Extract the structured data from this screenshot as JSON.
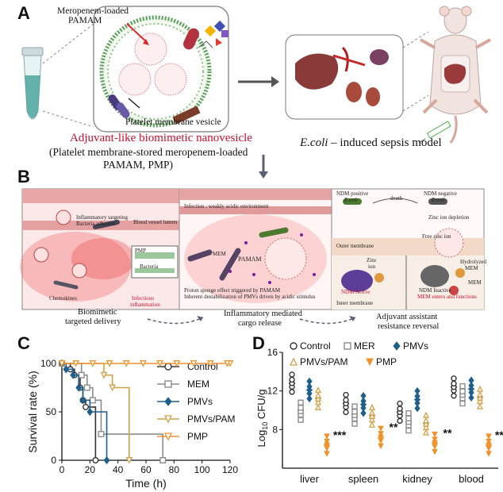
{
  "panelA": {
    "letter": "A",
    "meropenem_label": "Meropenem-loaded",
    "pamam_label": "PAMAM",
    "platelet_vesicle_label": "Platelet membrane vesicle",
    "title_red": "Adjuvant-like biomimetic nanovesicle",
    "subtitle_line1": "(Platelet membrane-stored meropenem-loaded",
    "subtitle_line2": "PAMAM, PMP)",
    "model_label_italic": "E.coli",
    "model_label_rest": " – induced sepsis model"
  },
  "panelB": {
    "letter": "B",
    "left": {
      "inflam_targeting": "Inflammatory targeting",
      "bacteria_adhesion": "Bacteria adhesion",
      "vessel_lumen": "Blood vessel lumen",
      "pmp": "PMP",
      "bacteria": "Bacteria",
      "chemokines": "Chemokines",
      "infectious": "Infectious",
      "inflammation": "inflammation",
      "caption1": "Biomimetic",
      "caption2": "targeted delivery"
    },
    "middle": {
      "infection_env": "Infection : weakly acidic environment",
      "mem": "MEM",
      "pamam": "PAMAM",
      "proton_line1": "Proton sponge effect triggered by PAMAM",
      "proton_line2": "Inherent destabilization of PMVs driven by acidic stimulus",
      "caption1": "Inflammatory mediated",
      "caption2": "cargo release"
    },
    "right": {
      "ndm_positive": "NDM positive",
      "ecoli1": "E.coli",
      "death": "death",
      "ndm_negative": "NDM negative",
      "ecoli2": "E.coli",
      "zinc_depletion": "Zinc ion depletion",
      "free_zinc": "Free zinc ion",
      "outer_membrane": "Outer membrane",
      "zinc": "Zinc",
      "ion": "ion",
      "hydrolyzed": "Hydrolyzed",
      "mem_h": "MEM",
      "ndm_active": "NDM Active",
      "ndm_inactive": "NDM Inactive",
      "mem_enters": "MEM enters and functions",
      "mem_r": "MEM",
      "inner_membrane": "Inner membrane",
      "caption1": "Adjuvant assistant",
      "caption2": "resistance reversal"
    }
  },
  "panelC": {
    "letter": "C",
    "chart_data": {
      "type": "line",
      "ylabel": "Survival rate (%)",
      "xlabel": "Time (h)",
      "xlim": [
        0,
        120
      ],
      "ylim": [
        0,
        100
      ],
      "xticks": [
        0,
        20,
        40,
        60,
        80,
        100,
        120
      ],
      "yticks": [
        0,
        50,
        100
      ],
      "series": [
        {
          "name": "Control",
          "color": "#333333",
          "marker": "circle-open",
          "points": [
            [
              0,
              100
            ],
            [
              6,
              100
            ],
            [
              6,
              94
            ],
            [
              9,
              94
            ],
            [
              9,
              88
            ],
            [
              13,
              88
            ],
            [
              13,
              75
            ],
            [
              15,
              75
            ],
            [
              15,
              62
            ],
            [
              17,
              62
            ],
            [
              17,
              55
            ],
            [
              24,
              55
            ],
            [
              24,
              0
            ]
          ]
        },
        {
          "name": "MEM",
          "color": "#8c8c8c",
          "marker": "square-open",
          "points": [
            [
              0,
              100
            ],
            [
              14,
              100
            ],
            [
              14,
              88
            ],
            [
              18,
              88
            ],
            [
              18,
              75
            ],
            [
              22,
              75
            ],
            [
              22,
              62
            ],
            [
              28,
              62
            ],
            [
              28,
              27
            ],
            [
              72,
              27
            ],
            [
              72,
              0
            ]
          ]
        },
        {
          "name": "PMVs",
          "color": "#1f5f8b",
          "marker": "diamond",
          "points": [
            [
              0,
              100
            ],
            [
              3,
              100
            ],
            [
              3,
              94
            ],
            [
              8,
              94
            ],
            [
              8,
              88
            ],
            [
              12,
              88
            ],
            [
              12,
              75
            ],
            [
              15,
              75
            ],
            [
              15,
              62
            ],
            [
              20,
              62
            ],
            [
              20,
              50
            ],
            [
              32,
              50
            ],
            [
              32,
              0
            ]
          ]
        },
        {
          "name": "PMVs/PAM",
          "color": "#d1a04a",
          "marker": "triangle-down-open",
          "points": [
            [
              0,
              100
            ],
            [
              30,
              100
            ],
            [
              30,
              88
            ],
            [
              36,
              88
            ],
            [
              36,
              75
            ],
            [
              48,
              75
            ],
            [
              48,
              0
            ]
          ]
        },
        {
          "name": "PMP",
          "color": "#f0922b",
          "marker": "triangle-down-open",
          "points": [
            [
              0,
              100
            ],
            [
              120,
              100
            ]
          ]
        }
      ]
    }
  },
  "panelD": {
    "letter": "D",
    "chart_data": {
      "type": "scatter",
      "ylabel_pre": "Log",
      "ylabel_sub": "10",
      "ylabel_post": " CFU/g",
      "ylim": [
        4,
        16
      ],
      "yticks": [
        8,
        12,
        16
      ],
      "categories": [
        "liver",
        "spleen",
        "kidney",
        "blood"
      ],
      "legend": [
        "Control",
        "MER",
        "PMVs",
        "PMVs/PAM",
        "PMP"
      ],
      "series": [
        {
          "name": "Control",
          "color": "#333333",
          "marker": "circle-open",
          "values": [
            12.8,
            10.7,
            9.8,
            12.4
          ],
          "spread": 0.9
        },
        {
          "name": "MER",
          "color": "#8c8c8c",
          "marker": "square-open",
          "values": [
            9.9,
            9.5,
            8.8,
            11.6
          ],
          "spread": 0.9
        },
        {
          "name": "PMVs",
          "color": "#1f5f8b",
          "marker": "diamond",
          "values": [
            12.1,
            10.6,
            11.1,
            12.2
          ],
          "spread": 0.9
        },
        {
          "name": "PMVs/PAM",
          "color": "#d1a04a",
          "marker": "triangle-up-open",
          "values": [
            11.2,
            9.4,
            8.6,
            11.3
          ],
          "spread": 0.9
        },
        {
          "name": "PMP",
          "color": "#f0922b",
          "marker": "triangle-down",
          "values": [
            6.4,
            7.2,
            6.6,
            6.4
          ],
          "spread": 0.9
        }
      ],
      "significance": [
        "***",
        "**",
        "**",
        "***"
      ]
    }
  }
}
